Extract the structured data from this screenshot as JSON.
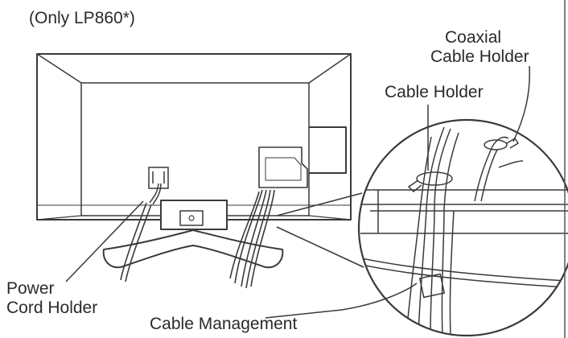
{
  "note": "(Only LP860*)",
  "labels": {
    "coaxial_line1": "Coaxial",
    "coaxial_line2": "Cable Holder",
    "cable_holder": "Cable Holder",
    "power_line1": "Power",
    "power_line2": "Cord Holder",
    "cable_management": "Cable Management"
  },
  "colors": {
    "line": "#3a3a3a",
    "text": "#2a2a2a",
    "background": "#ffffff"
  }
}
